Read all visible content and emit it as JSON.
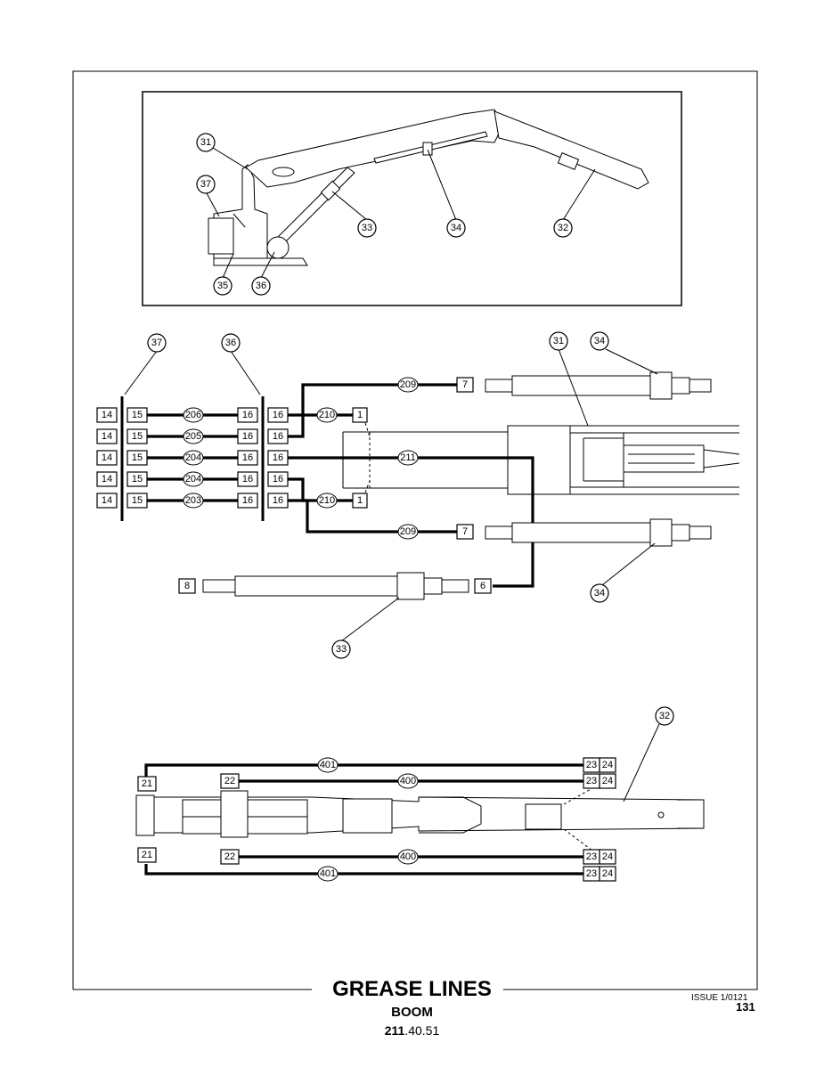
{
  "title": "GREASE LINES",
  "subtitle": "BOOM",
  "code_prefix": "211",
  "code_suffix": ".40.51",
  "issue": "ISSUE 1/0121",
  "page_number": "131",
  "overview_callouts": [
    "31",
    "37",
    "33",
    "34",
    "32",
    "35",
    "36"
  ],
  "schematic": {
    "left_block_label": "14",
    "block_15": "15",
    "block_16": "16",
    "rows": [
      {
        "line": "206"
      },
      {
        "line": "205"
      },
      {
        "line": "204"
      },
      {
        "line": "204"
      },
      {
        "line": "203"
      }
    ],
    "line_209": "209",
    "line_210": "210",
    "line_211": "211",
    "end_1": "1",
    "end_7": "7",
    "end_6": "6",
    "end_8": "8",
    "callouts": [
      "37",
      "36",
      "31",
      "34",
      "34",
      "33"
    ]
  },
  "boom": {
    "line_401": "401",
    "line_400": "400",
    "label_21": "21",
    "label_22": "22",
    "label_23": "23",
    "label_24": "24",
    "callout": "32"
  }
}
